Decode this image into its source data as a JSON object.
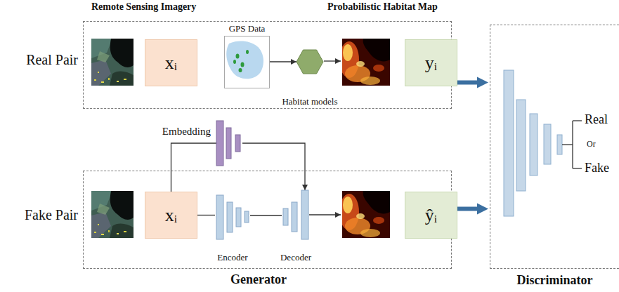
{
  "diagram": {
    "nodes": [
      {
        "text": [
          "Real Pair"
        ]
      },
      {
        "text": [
          "xᵢ"
        ],
        "in": 0
      },
      {
        "text": [
          "GPS Data"
        ],
        "in": 0
      },
      {
        "text": [
          "Habitat models"
        ],
        "in": 0
      },
      {
        "text": [
          "yᵢ"
        ],
        "in": 0
      },
      {
        "text": [
          "Fake Pair"
        ]
      },
      {
        "text": [
          "xᵢ"
        ],
        "in": 5
      },
      {
        "text": [
          "Embedding"
        ]
      },
      {
        "text": [
          "Encoder"
        ],
        "in": 5
      },
      {
        "text": [
          "Decoder"
        ],
        "in": 5
      },
      {
        "text": [
          "ŷᵢ"
        ],
        "in": 5
      },
      {
        "text": [
          "Discriminator"
        ]
      }
    ],
    "edges": [
      {
        "from": 2,
        "to": 3,
        "arrow": "to"
      },
      {
        "from": 6,
        "to": 8,
        "arrow": "none"
      },
      {
        "from": 6,
        "to": 7,
        "arrow": "none"
      },
      {
        "from": 7,
        "to": 9,
        "arrow": "to"
      },
      {
        "from": 8,
        "to": 9,
        "arrow": "none"
      },
      {
        "from": 0,
        "to": 11,
        "arrow": "to"
      },
      {
        "from": 5,
        "to": 11,
        "arrow": "to"
      }
    ],
    "labels": [
      "Remote Sensing Imagery",
      "Probabilistic Habitat Map",
      "Generator",
      "Real",
      "Or",
      "Fake"
    ]
  }
}
